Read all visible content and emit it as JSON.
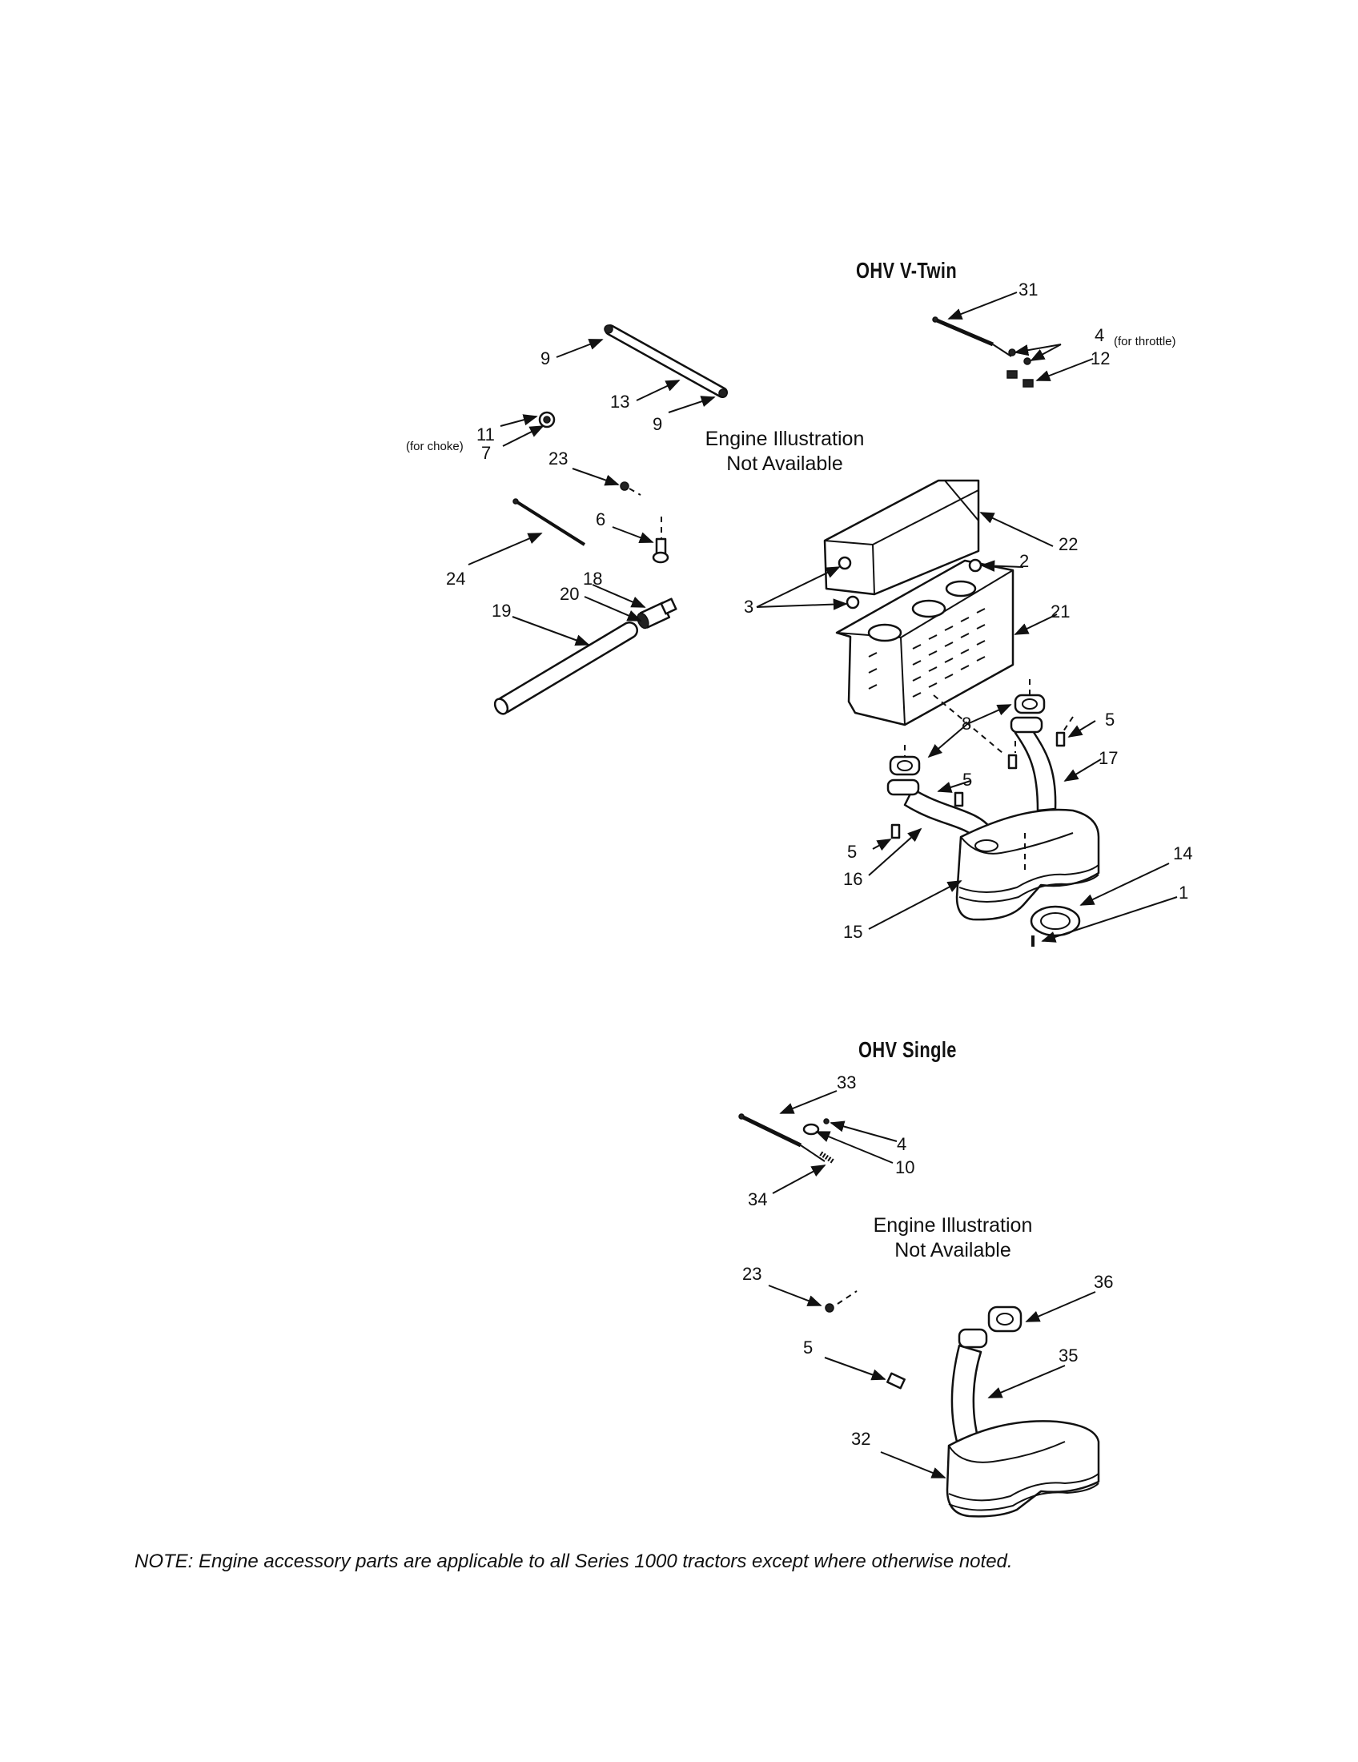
{
  "sections": {
    "twin": {
      "title": "OHV V-Twin",
      "na_line1": "Engine Illustration",
      "na_line2": "Not Available"
    },
    "single": {
      "title": "OHV Single",
      "na_line1": "Engine Illustration",
      "na_line2": "Not Available"
    }
  },
  "callouts": {
    "twin": {
      "c1": "1",
      "c2": "2",
      "c3": "3",
      "c4": "4",
      "c4_note": "(for throttle)",
      "c5a": "5",
      "c5b": "5",
      "c5c": "5",
      "c6": "6",
      "c7": "7",
      "c8": "8",
      "c9a": "9",
      "c9b": "9",
      "c11": "11",
      "c11_note": "(for choke)",
      "c12": "12",
      "c13": "13",
      "c14": "14",
      "c15": "15",
      "c16": "16",
      "c17": "17",
      "c18": "18",
      "c19": "19",
      "c20": "20",
      "c21": "21",
      "c22": "22",
      "c23": "23",
      "c24": "24",
      "c31": "31"
    },
    "single": {
      "c4": "4",
      "c5": "5",
      "c10": "10",
      "c23": "23",
      "c32": "32",
      "c33": "33",
      "c34": "34",
      "c35": "35",
      "c36": "36"
    }
  },
  "note": "NOTE:  Engine accessory parts are applicable to all Series 1000 tractors except where otherwise noted."
}
